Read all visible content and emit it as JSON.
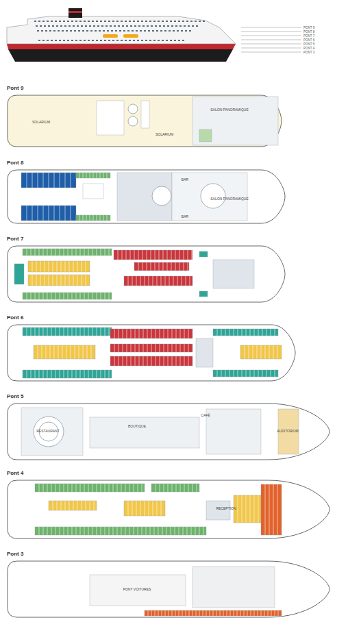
{
  "diagram": {
    "nodes": [
      {
        "text": [
          "Pont 9"
        ]
      },
      {
        "text": [
          "Pont 8"
        ]
      },
      {
        "text": [
          "Pont 7"
        ]
      },
      {
        "text": [
          "Pont 6"
        ]
      },
      {
        "text": [
          "Pont 5"
        ]
      },
      {
        "text": [
          "Pont 4"
        ]
      },
      {
        "text": [
          "Pont 3"
        ]
      }
    ],
    "labels": [
      "SOLARIUM",
      "SOLARIUM",
      "SALON PANORAMIQUE",
      "SALON PANORAMIQUE",
      "BAR",
      "BAR",
      "RESTAURANT",
      "BOUTIQUE",
      "CAFÉ",
      "AUDITORIUM",
      "RECEPTION",
      "PONT VOITURES",
      "PONT 9",
      "PONT 8",
      "PONT 7",
      "PONT 6",
      "PONT 5",
      "PONT 4",
      "PONT 3"
    ]
  }
}
